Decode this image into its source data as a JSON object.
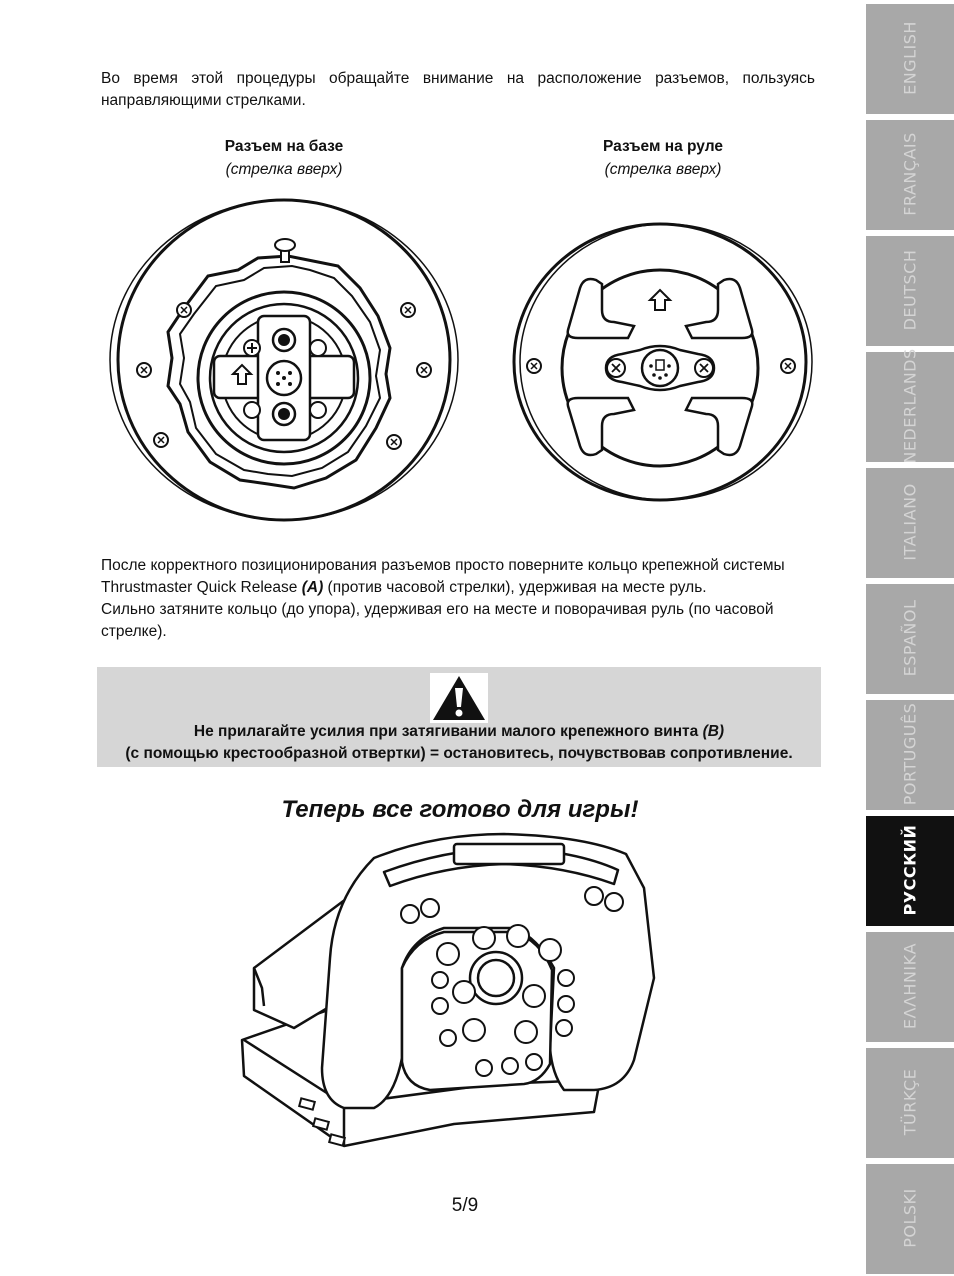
{
  "intro_text": "Во время этой процедуры обращайте внимание на расположение разъемов, пользуясь направляющими стрелками.",
  "connector_base": {
    "title": "Разъем на базе",
    "subtitle": "(стрелка вверх)"
  },
  "connector_wheel": {
    "title": "Разъем на руле",
    "subtitle": "(стрелка вверх)"
  },
  "instructions": {
    "line1_a": "После корректного позиционирования разъемов просто поверните кольцо крепежной системы Thrustmaster Quick Release ",
    "line1_marker": "(A)",
    "line1_b": " (против часовой стрелки), удерживая на месте руль.",
    "line2": "Сильно затяните кольцо (до упора), удерживая его на месте и поворачивая руль (по часовой стрелке)."
  },
  "warning": {
    "line1_a": "Не прилагайте усилия при затягивании малого крепежного винта ",
    "line1_marker": "(B)",
    "line2": "(с помощью крестообразной отвертки) = остановитесь, почувствовав сопротивление."
  },
  "ready_heading": "Теперь все готово для игры!",
  "page_number": "5/9",
  "language_tabs": [
    {
      "label": "ENGLISH",
      "active": false
    },
    {
      "label": "FRANÇAIS",
      "active": false
    },
    {
      "label": "DEUTSCH",
      "active": false
    },
    {
      "label": "NEDERLANDS",
      "active": false
    },
    {
      "label": "ITALIANO",
      "active": false
    },
    {
      "label": "ESPAÑOL",
      "active": false
    },
    {
      "label": "PORTUGUÊS",
      "active": false
    },
    {
      "label": "РУССКИЙ",
      "active": true
    },
    {
      "label": "ΕΛΛΗΝΙΚΑ",
      "active": false
    },
    {
      "label": "TÜRKÇE",
      "active": false
    },
    {
      "label": "POLSKI",
      "active": false
    }
  ],
  "colors": {
    "tab_bg": "#a8a8a8",
    "tab_active_bg": "#111111",
    "warning_bg": "#d6d6d6"
  }
}
